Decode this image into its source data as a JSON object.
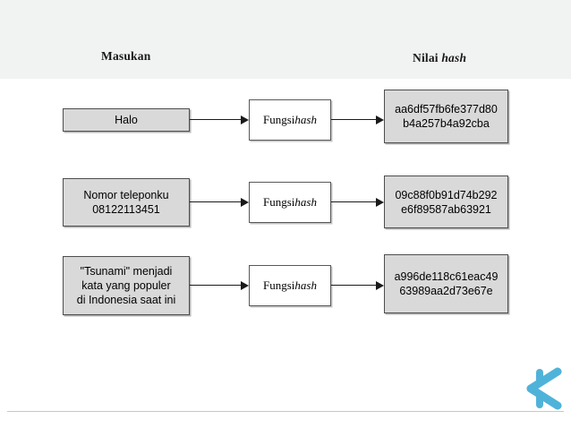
{
  "header": {
    "input_column_label": "Masukan",
    "hash_column_label_prefix": "Nilai ",
    "hash_column_label_italic": "hash"
  },
  "function_box": {
    "label_prefix": "Fungsi ",
    "label_italic": "hash"
  },
  "rows": [
    {
      "input": "Halo",
      "hash_line1": "aa6df57fb6fe377d80",
      "hash_line2": "b4a257b4a92cba"
    },
    {
      "input_line1": "Nomor teleponku",
      "input_line2": "08122113451",
      "hash_line1": "09c88f0b91d74b292",
      "hash_line2": "e6f89587ab63921"
    },
    {
      "input_line1": "\"Tsunami\" menjadi",
      "input_line2": "kata yang populer",
      "input_line3": "di Indonesia saat ini",
      "hash_line1": "a996de118c61eac49",
      "hash_line2": "63989aa2d73e67e"
    }
  ],
  "brand": {
    "logo_name": "k-logo-icon",
    "logo_color": "#4fb3d9"
  },
  "colors": {
    "header_band": "#f1f2f2",
    "box_fill_gray": "#d9d9d9",
    "box_fill_white": "#ffffff",
    "box_border": "#4d4d4d",
    "arrow": "#1a1a1a",
    "footer_rule": "#c8c8c8"
  }
}
